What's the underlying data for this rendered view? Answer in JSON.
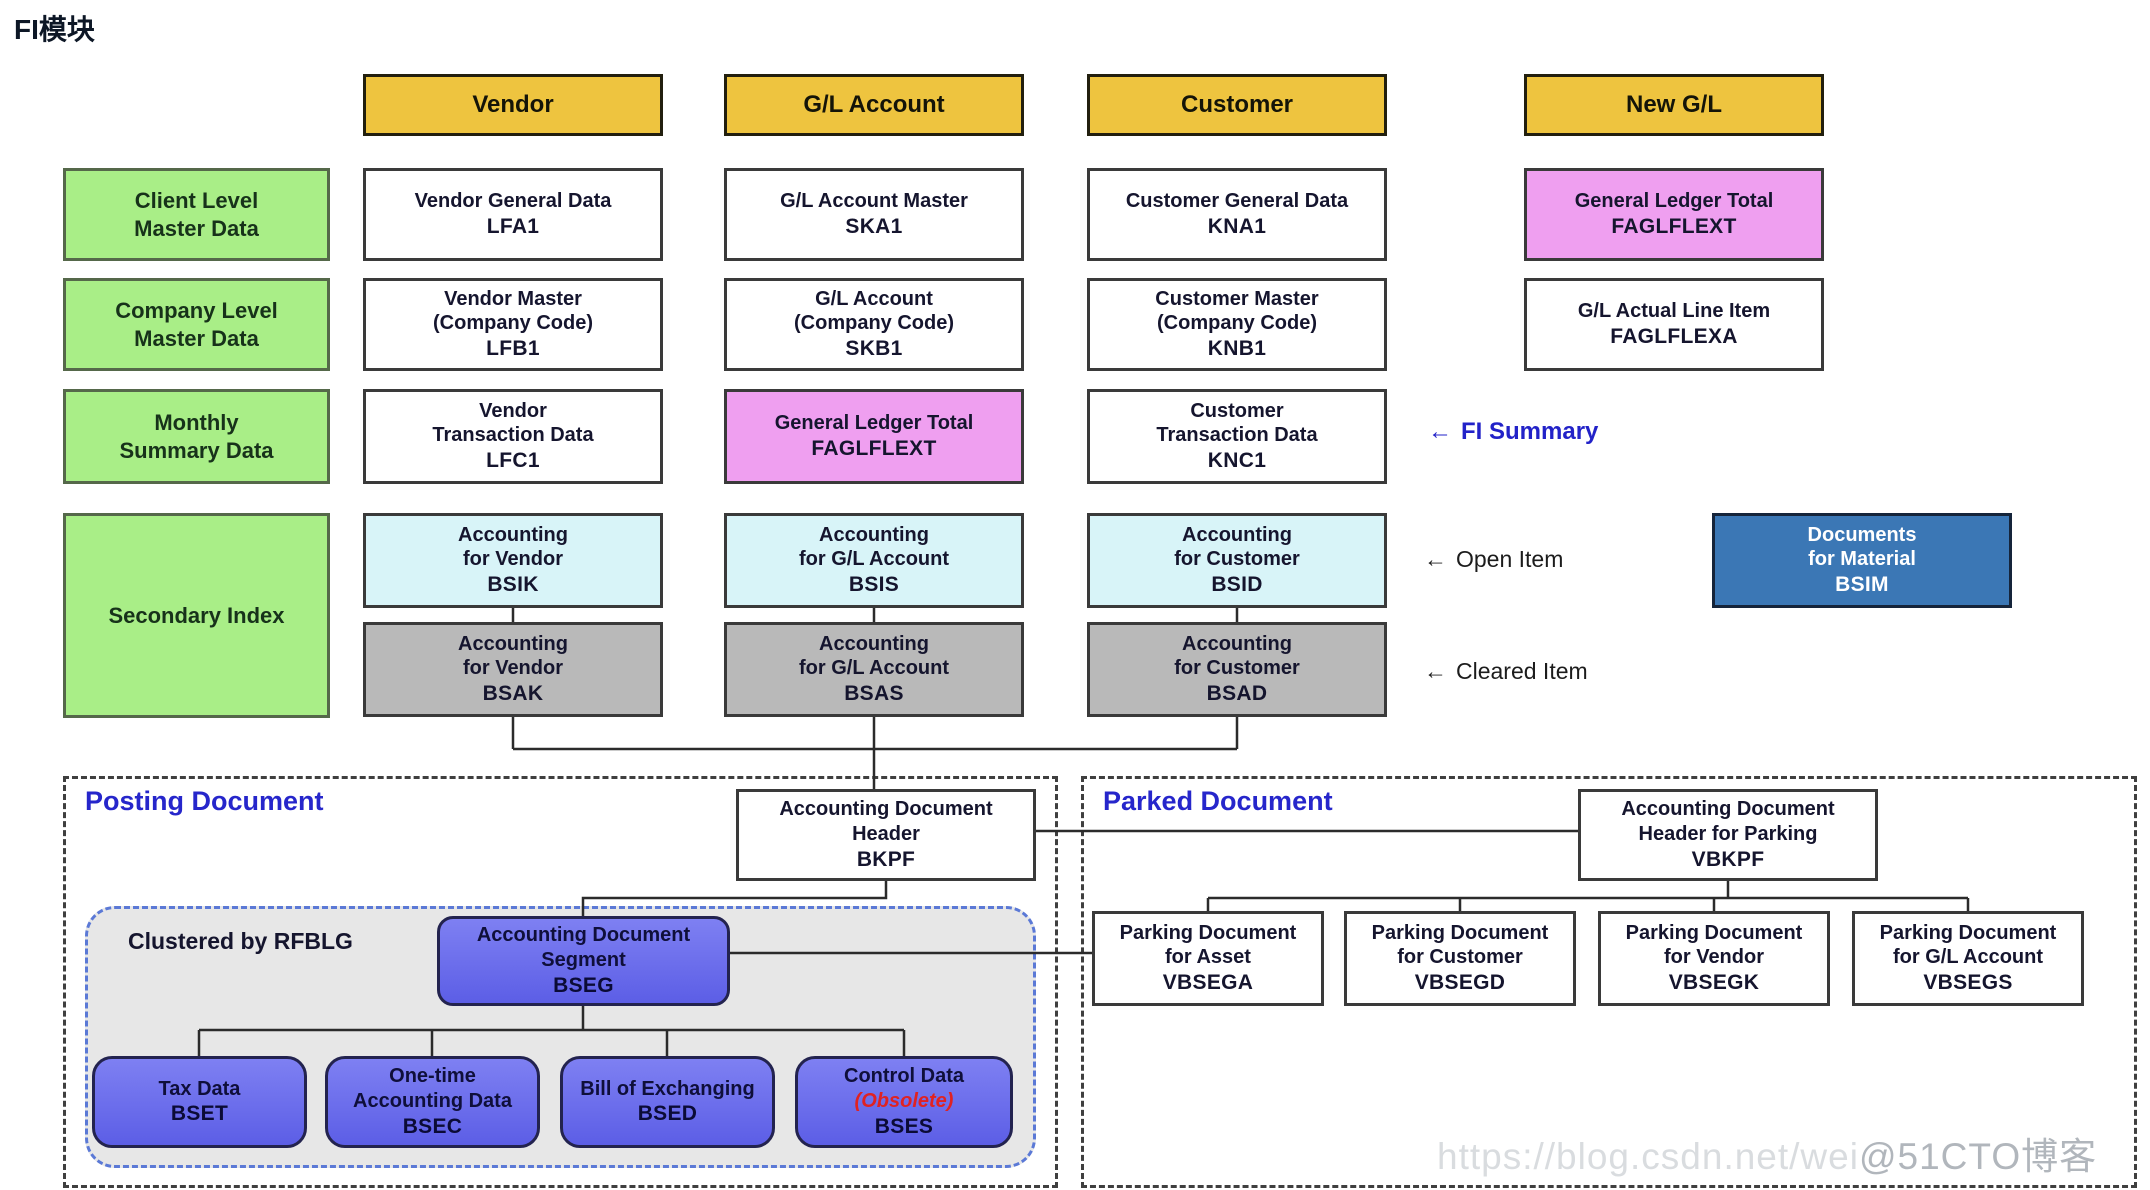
{
  "title": "FI模块",
  "colors": {
    "header_yellow": "#eec43f",
    "label_green": "#a9ee87",
    "highlight_pink": "#ef9ff0",
    "open_item_cyan": "#d8f4f8",
    "cleared_item_gray": "#b9b9b9",
    "material_blue": "#3b77b5",
    "segment_violet": "#5c5ee6",
    "section_title_blue": "#2626cb",
    "obsolete_red": "#e02222"
  },
  "headers": {
    "vendor": "Vendor",
    "gl": "G/L Account",
    "customer": "Customer",
    "newgl": "New G/L"
  },
  "row_labels": {
    "client": {
      "l1": "Client Level",
      "l2": "Master Data"
    },
    "company": {
      "l1": "Company Level",
      "l2": "Master Data"
    },
    "monthly": {
      "l1": "Monthly",
      "l2": "Summary Data"
    },
    "secondary": {
      "l1": "Secondary Index"
    }
  },
  "cells": {
    "lfa1": {
      "l1": "Vendor General Data",
      "code": "LFA1"
    },
    "ska1": {
      "l1": "G/L Account Master",
      "code": "SKA1"
    },
    "kna1": {
      "l1": "Customer General Data",
      "code": "KNA1"
    },
    "faglflext_newgl": {
      "l1": "General Ledger Total",
      "code": "FAGLFLEXT"
    },
    "lfb1": {
      "l1": "Vendor Master",
      "l2": "(Company Code)",
      "code": "LFB1"
    },
    "skb1": {
      "l1": "G/L Account",
      "l2": "(Company Code)",
      "code": "SKB1"
    },
    "knb1": {
      "l1": "Customer Master",
      "l2": "(Company Code)",
      "code": "KNB1"
    },
    "faglflexa": {
      "l1": "G/L Actual Line Item",
      "code": "FAGLFLEXA"
    },
    "lfc1": {
      "l1": "Vendor",
      "l2": "Transaction Data",
      "code": "LFC1"
    },
    "faglflext_gl": {
      "l1": "General Ledger Total",
      "code": "FAGLFLEXT"
    },
    "knc1": {
      "l1": "Customer",
      "l2": "Transaction Data",
      "code": "KNC1"
    },
    "bsik": {
      "l1": "Accounting",
      "l2": "for Vendor",
      "code": "BSIK"
    },
    "bsis": {
      "l1": "Accounting",
      "l2": "for G/L Account",
      "code": "BSIS"
    },
    "bsid": {
      "l1": "Accounting",
      "l2": "for Customer",
      "code": "BSID"
    },
    "bsak": {
      "l1": "Accounting",
      "l2": "for Vendor",
      "code": "BSAK"
    },
    "bsas": {
      "l1": "Accounting",
      "l2": "for G/L Account",
      "code": "BSAS"
    },
    "bsad": {
      "l1": "Accounting",
      "l2": "for Customer",
      "code": "BSAD"
    },
    "bsim": {
      "l1": "Documents",
      "l2": "for Material",
      "code": "BSIM"
    }
  },
  "annotations": {
    "fi_summary": {
      "arrow": "←",
      "label": "FI Summary"
    },
    "open_item": {
      "arrow": "←",
      "label": "Open Item"
    },
    "cleared_item": {
      "arrow": "←",
      "label": "Cleared Item"
    }
  },
  "posting": {
    "title": "Posting Document",
    "bkpf": {
      "l1": "Accounting Document",
      "l2": "Header",
      "code": "BKPF"
    },
    "cluster_label": "Clustered by RFBLG",
    "bseg": {
      "l1": "Accounting Document",
      "l2": "Segment",
      "code": "BSEG"
    },
    "bset": {
      "l1": "Tax Data",
      "code": "BSET"
    },
    "bsec": {
      "l1": "One-time",
      "l2": "Accounting Data",
      "code": "BSEC"
    },
    "bsed": {
      "l1": "Bill of Exchanging",
      "code": "BSED"
    },
    "bses": {
      "l1": "Control Data",
      "obsolete": "(Obsolete)",
      "code": "BSES"
    }
  },
  "parked": {
    "title": "Parked Document",
    "vbkpf": {
      "l1": "Accounting Document",
      "l2": "Header for Parking",
      "code": "VBKPF"
    },
    "vbsega": {
      "l1": "Parking Document",
      "l2": "for Asset",
      "code": "VBSEGA"
    },
    "vbsegd": {
      "l1": "Parking Document",
      "l2": "for Customer",
      "code": "VBSEGD"
    },
    "vbsegk": {
      "l1": "Parking Document",
      "l2": "for Vendor",
      "code": "VBSEGK"
    },
    "vbsegs": {
      "l1": "Parking Document",
      "l2": "for G/L Account",
      "code": "VBSEGS"
    }
  },
  "watermark": {
    "light": "https://blog.csdn.net/wei",
    "dark": "@51CTO博客"
  }
}
